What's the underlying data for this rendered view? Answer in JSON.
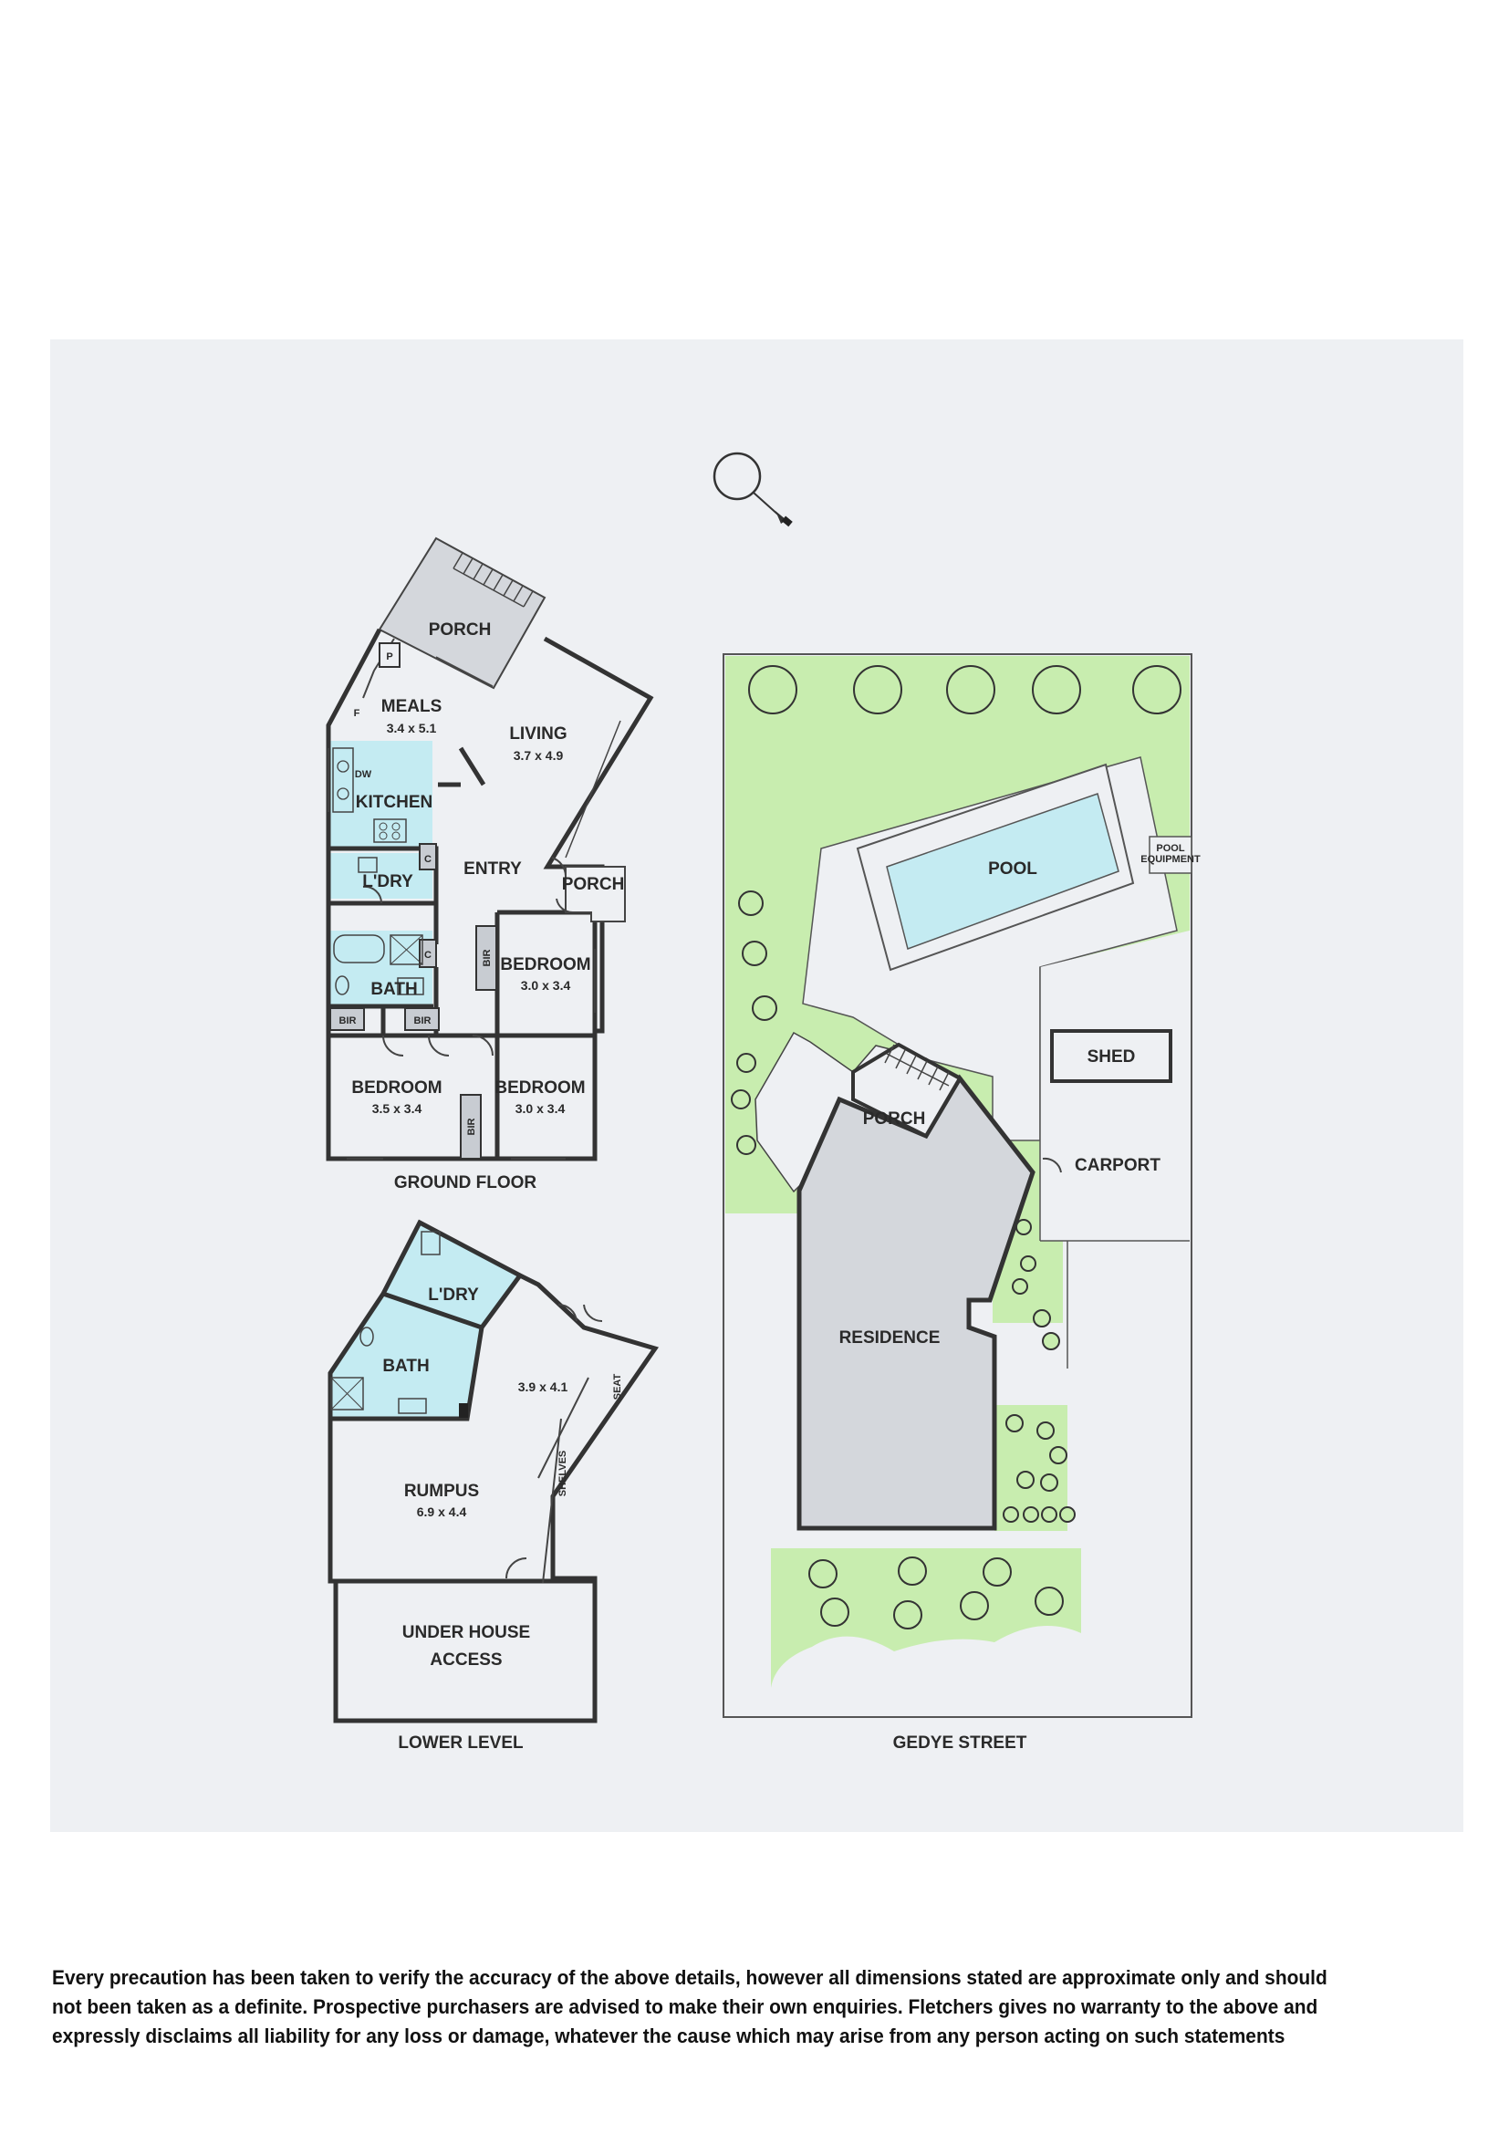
{
  "plans": {
    "ground_floor": {
      "title": "GROUND FLOOR",
      "rooms": {
        "porch_top": "PORCH",
        "meals": "MEALS",
        "meals_dim": "3.4 x 5.1",
        "living": "LIVING",
        "living_dim": "3.7 x 4.9",
        "kitchen": "KITCHEN",
        "pantry": "P",
        "fridge": "F",
        "dw": "DW",
        "entry": "ENTRY",
        "porch_side": "PORCH",
        "laundry": "L'DRY",
        "cupboard_1": "C",
        "cupboard_2": "C",
        "bath": "BATH",
        "bedroom_1": "BEDROOM",
        "bedroom_1_dim": "3.0 x 3.4",
        "bir_1": "BIR",
        "bir_2": "BIR",
        "bir_3": "BIR",
        "bir_4": "BIR",
        "bedroom_2": "BEDROOM",
        "bedroom_2_dim": "3.5 x 3.4",
        "bedroom_3": "BEDROOM",
        "bedroom_3_dim": "3.0 x 3.4"
      }
    },
    "lower_level": {
      "title": "LOWER LEVEL",
      "rooms": {
        "laundry": "L'DRY",
        "bath": "BATH",
        "room_dim": "3.9 x 4.1",
        "bench": "SEAT",
        "shelves": "SHELVES",
        "rumpus": "RUMPUS",
        "rumpus_dim": "6.9 x 4.4",
        "under_house_1": "UNDER HOUSE",
        "under_house_2": "ACCESS"
      }
    },
    "site": {
      "title": "GEDYE STREET",
      "labels": {
        "pool": "POOL",
        "pool_equipment_1": "POOL",
        "pool_equipment_2": "EQUIPMENT",
        "shed": "SHED",
        "porch": "PORCH",
        "carport": "CARPORT",
        "residence": "RESIDENCE"
      }
    }
  },
  "colors": {
    "panel": "#eef0f3",
    "lawn": "#c8edaf",
    "wet_area": "#c4ebf2",
    "porch_fill": "#d4d7dc",
    "residence_fill": "#d4d7dc",
    "pool_water": "#c4ebf2"
  },
  "disclaimer": {
    "line1": "Every precaution has been taken to verify the accuracy of the above details, however all dimensions stated are approximate only and should",
    "line2": "not been taken as a definite. Prospective purchasers are advised to make their own enquiries. Fletchers gives no warranty to the above and",
    "line3": "expressly disclaims all liability for any loss or damage, whatever the cause which may arise from any person acting on such statements"
  }
}
